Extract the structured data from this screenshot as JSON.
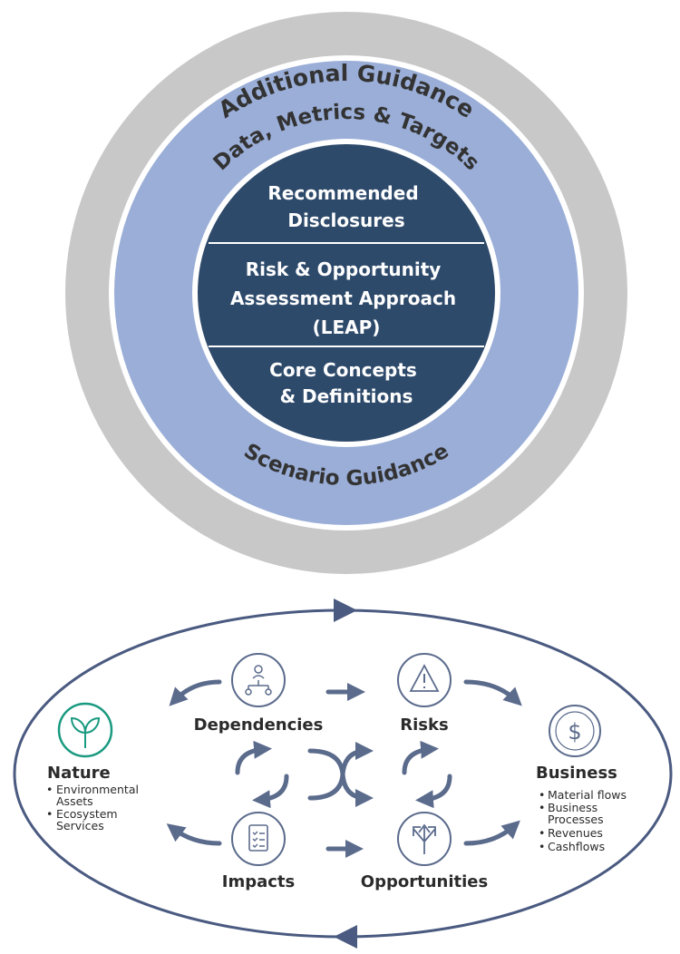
{
  "colors": {
    "outer_ring": "#c8c8c8",
    "middle_ring": "#9aaed8",
    "core": "#2e4a6b",
    "text_dark": "#2b2b2b",
    "arrow": "#5b6b8c",
    "nature_icon": "#1a9a80"
  },
  "rings": {
    "outer_label": "Additional Guidance",
    "middle_top_label": "Data, Metrics & Targets",
    "middle_bottom_label": "Scenario Guidance"
  },
  "core": {
    "sections": [
      {
        "lines": [
          "Recommended",
          "Disclosures"
        ]
      },
      {
        "lines": [
          "Risk & Opportunity",
          "Assessment Approach",
          "(LEAP)"
        ]
      },
      {
        "lines": [
          "Core Concepts",
          "& Definitions"
        ]
      }
    ]
  },
  "cycle": {
    "nature": {
      "title": "Nature",
      "icon": "plant-icon",
      "bullets": [
        [
          "Environmental",
          "Assets"
        ],
        [
          "Ecosystem",
          "Services"
        ]
      ]
    },
    "business": {
      "title": "Business",
      "icon": "dollar-icon",
      "bullets": [
        [
          "Material flows"
        ],
        [
          "Business",
          "Processes"
        ],
        [
          "Revenues"
        ],
        [
          "Cashflows"
        ]
      ]
    },
    "nodes": {
      "dependencies": {
        "label": "Dependencies",
        "icon": "org-chart-icon"
      },
      "risks": {
        "label": "Risks",
        "icon": "warning-icon"
      },
      "impacts": {
        "label": "Impacts",
        "icon": "checklist-icon"
      },
      "opportunities": {
        "label": "Opportunities",
        "icon": "diverging-arrows-icon"
      }
    }
  }
}
